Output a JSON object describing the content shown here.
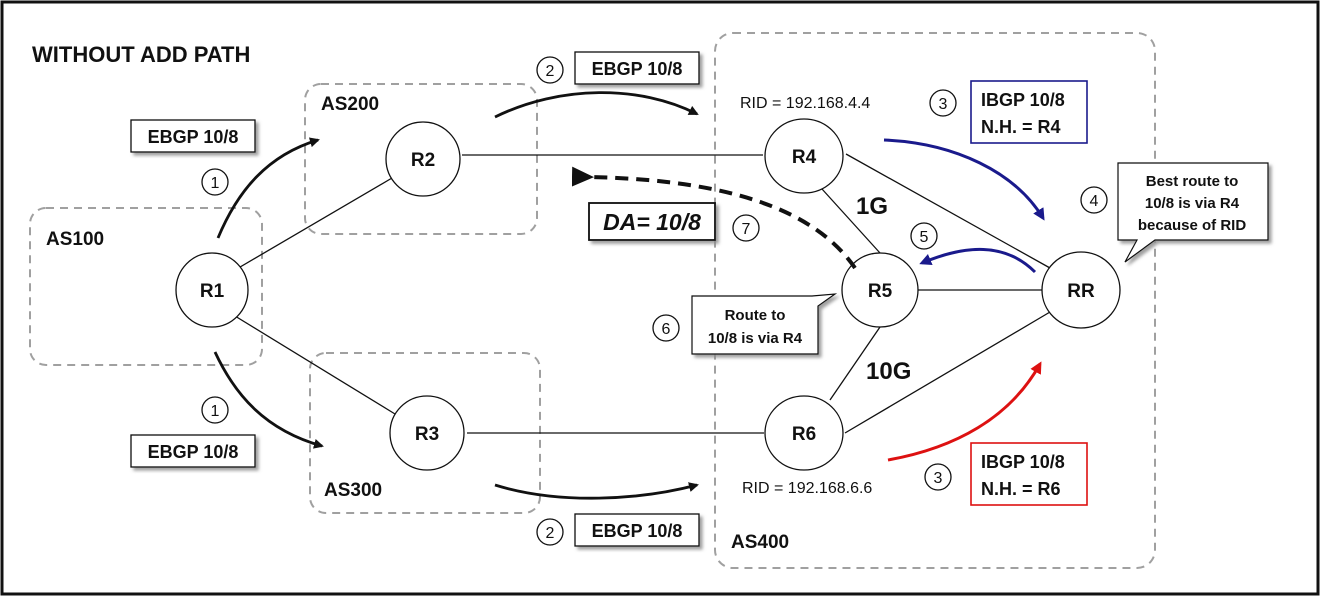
{
  "title": "WITHOUT ADD PATH",
  "colors": {
    "ibgp_r4": "#1a1a8c",
    "ibgp_r6": "#dd1111",
    "as_border": "#a0a0a0",
    "line": "#111111"
  },
  "autonomous_systems": [
    {
      "id": "as100",
      "label": "AS100"
    },
    {
      "id": "as200",
      "label": "AS200"
    },
    {
      "id": "as300",
      "label": "AS300"
    },
    {
      "id": "as400",
      "label": "AS400"
    }
  ],
  "routers": [
    {
      "id": "r1",
      "label": "R1"
    },
    {
      "id": "r2",
      "label": "R2"
    },
    {
      "id": "r3",
      "label": "R3"
    },
    {
      "id": "r4",
      "label": "R4"
    },
    {
      "id": "r5",
      "label": "R5"
    },
    {
      "id": "r6",
      "label": "R6"
    },
    {
      "id": "rr",
      "label": "RR"
    }
  ],
  "rids": {
    "r4": "RID = 192.168.4.4",
    "r6": "RID = 192.168.6.6"
  },
  "link_speeds": {
    "r4_r5": "1G",
    "r5_r6": "10G"
  },
  "labels": {
    "ebgp_r1_r2": "EBGP 10/8",
    "ebgp_r1_r3": "EBGP 10/8",
    "ebgp_r2_r4": "EBGP 10/8",
    "ebgp_r3_r6": "EBGP 10/8",
    "ibgp_r4": [
      "IBGP 10/8",
      "N.H. = R4"
    ],
    "ibgp_r6": [
      "IBGP 10/8",
      "N.H. = R6"
    ],
    "da": "DA= 10/8"
  },
  "callouts": {
    "rr_best": [
      "Best route to",
      "10/8 is via R4",
      "because of RID"
    ],
    "r5_route": [
      "Route to",
      "10/8 is via R4"
    ]
  },
  "steps": {
    "s1_top": "1",
    "s1_bottom": "1",
    "s2_top": "2",
    "s2_bottom": "2",
    "s3_top": "3",
    "s3_bottom": "3",
    "s4": "4",
    "s5": "5",
    "s6": "6",
    "s7": "7"
  }
}
